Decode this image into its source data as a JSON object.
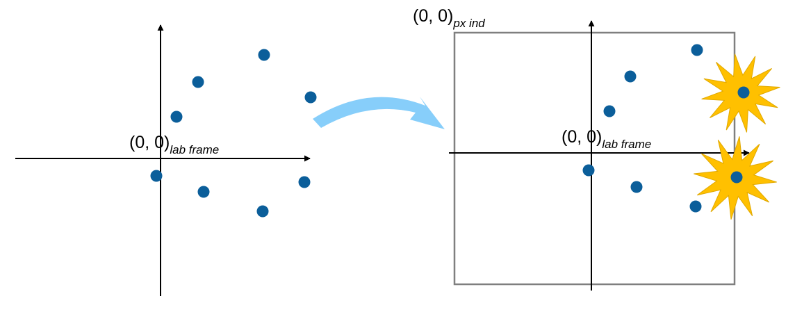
{
  "labels": {
    "left_origin_main": "(0, 0)",
    "left_origin_sub": "lab frame",
    "right_origin_main": "(0, 0)",
    "right_origin_sub": "lab frame",
    "pixel_origin_main": "(0, 0)",
    "pixel_origin_sub": "px ind"
  },
  "colors": {
    "point": "#0b5e9a",
    "axis": "#000000",
    "frame": "#7f7f7f",
    "transform_arrow": "#87cefa",
    "burst_fill": "#ffc000",
    "burst_stroke": "#e0a800"
  },
  "burst_icon": "star-burst",
  "transform_icon": "curved-arrow"
}
